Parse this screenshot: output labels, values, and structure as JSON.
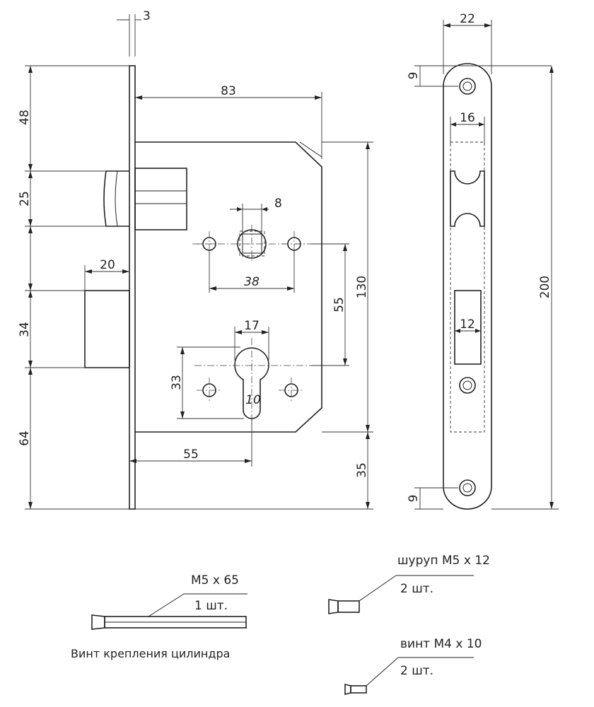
{
  "dimensions": {
    "plate_thickness": "3",
    "top_to_latch": "48",
    "latch_height": "25",
    "depth": "83",
    "spindle": "8",
    "latch_projection": "20",
    "spindle_screw_spacing": "38",
    "body_height": "130",
    "center_distance": "55",
    "bolt_height": "34",
    "cylinder_width": "17",
    "cylinder_height": "33",
    "cylinder_slot": "10",
    "bottom_offset": "64",
    "backset": "55",
    "body_bottom": "35",
    "faceplate_width": "22",
    "hole_offset_top": "9",
    "latch_window_width": "16",
    "bolt_window_width": "12",
    "faceplate_height": "200",
    "hole_offset_bottom": "9"
  },
  "accessories": {
    "long_screw_size": "M5 x 65",
    "long_screw_qty": "1 шт.",
    "long_screw_caption": "Винт крепления цилиндра",
    "wood_screw_size": "шуруп M5 x 12",
    "wood_screw_qty": "2 шт.",
    "small_screw_size": "винт M4 x 10",
    "small_screw_qty": "2 шт."
  }
}
